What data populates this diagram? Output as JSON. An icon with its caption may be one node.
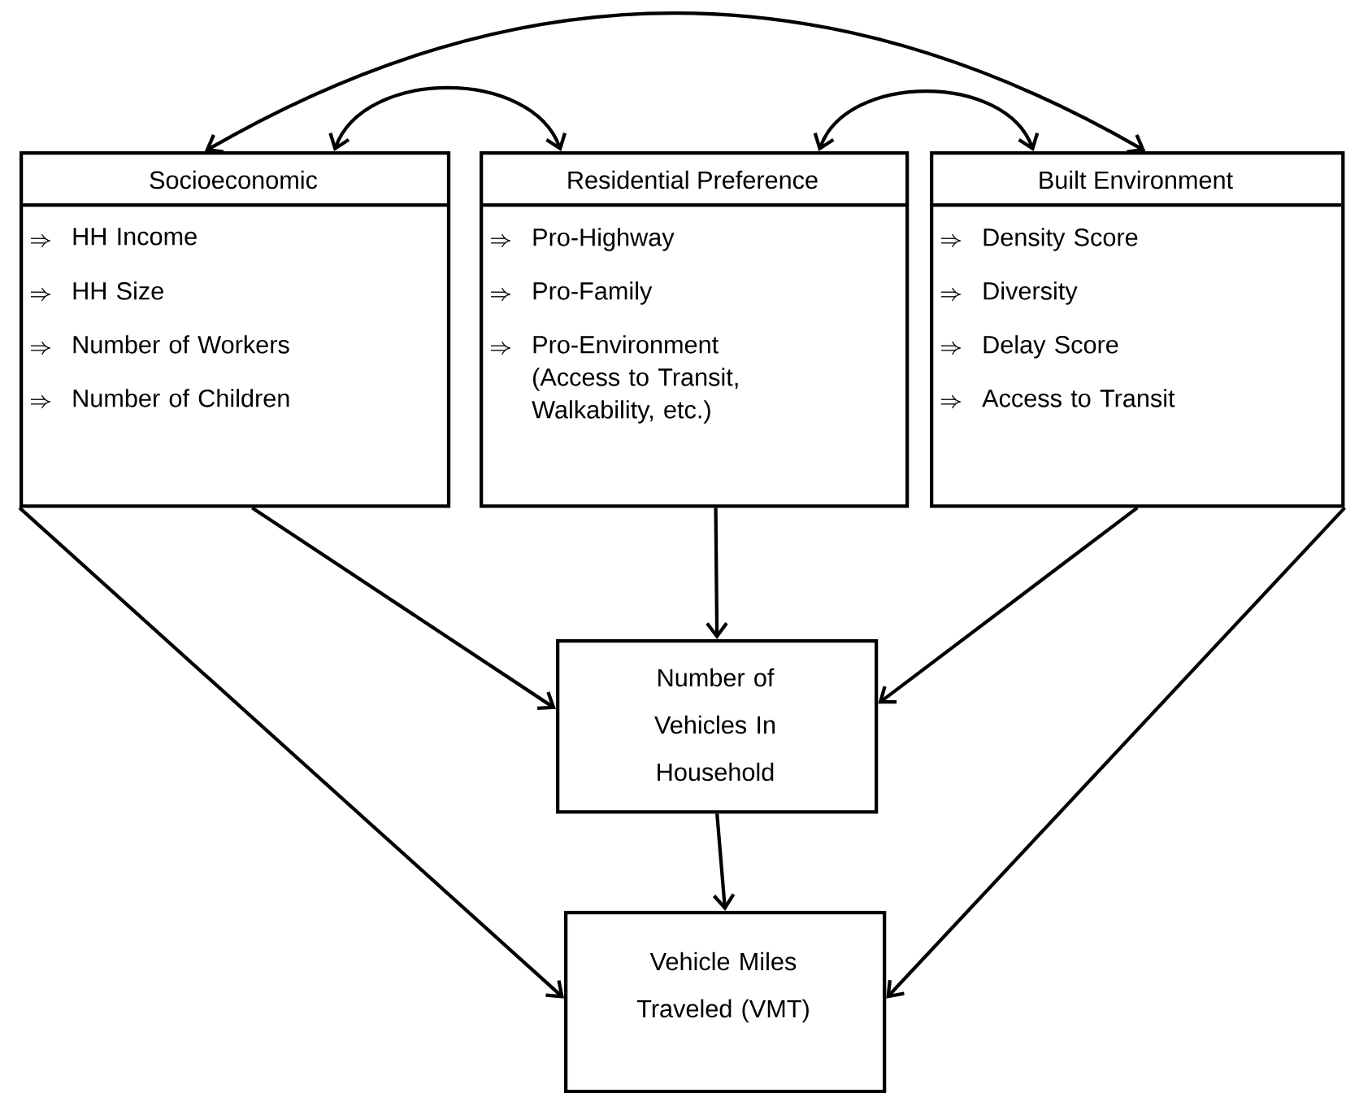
{
  "diagram": {
    "nodes": [
      {
        "text": [
          "Socioeconomic",
          "HH Income",
          "HH Size",
          "Number of Workers",
          "Number of Children"
        ]
      },
      {
        "text": [
          "Residential Preference",
          "Pro-Highway",
          "Pro-Family",
          "Pro-Environment (Access to Transit, Walkability, etc.)"
        ]
      },
      {
        "text": [
          "Built Environment",
          "Density Score",
          "Diversity",
          "Delay Score",
          "Access to Transit"
        ]
      },
      {
        "text": [
          "Number of Vehicles In Household"
        ]
      },
      {
        "text": [
          "Vehicle Miles Traveled (VMT)"
        ]
      }
    ],
    "edges": [
      {
        "from": 0,
        "to": 1,
        "arrow": "both"
      },
      {
        "from": 1,
        "to": 2,
        "arrow": "both"
      },
      {
        "from": 0,
        "to": 2,
        "arrow": "both"
      },
      {
        "from": 0,
        "to": 3,
        "arrow": "to"
      },
      {
        "from": 1,
        "to": 3,
        "arrow": "to"
      },
      {
        "from": 2,
        "to": 3,
        "arrow": "to"
      },
      {
        "from": 0,
        "to": 4,
        "arrow": "to"
      },
      {
        "from": 3,
        "to": 4,
        "arrow": "to"
      },
      {
        "from": 2,
        "to": 4,
        "arrow": "to"
      }
    ]
  }
}
